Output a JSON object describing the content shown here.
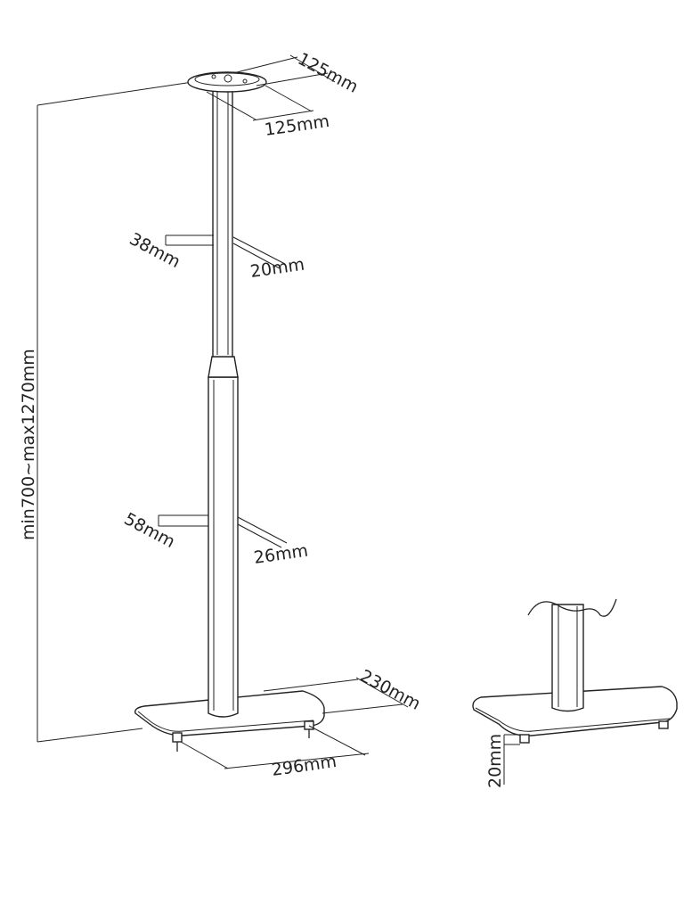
{
  "labels": {
    "top_width": "125mm",
    "top_depth": "125mm",
    "upper_tube_width": "38mm",
    "upper_tube_depth": "20mm",
    "lower_tube_width": "58mm",
    "lower_tube_depth": "26mm",
    "base_depth": "230mm",
    "base_width": "296mm",
    "height_range": "min700~max1270mm",
    "foot_height": "20mm"
  }
}
